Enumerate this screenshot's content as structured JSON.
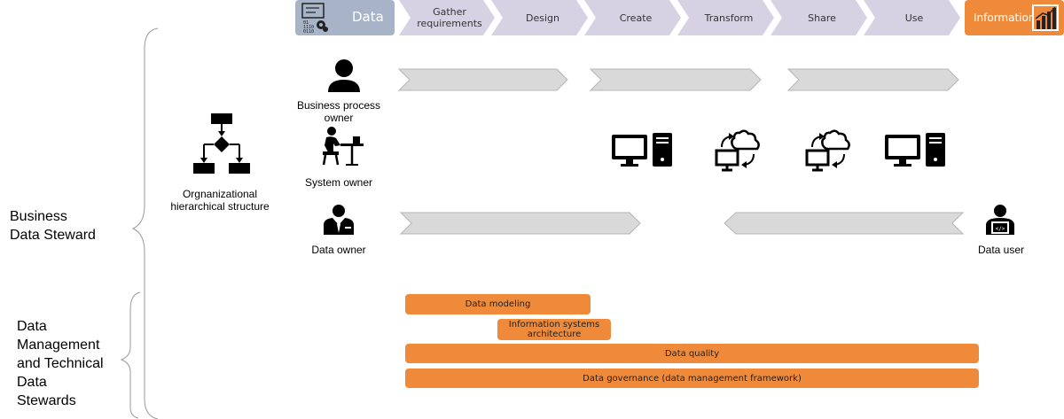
{
  "left": {
    "business_steward": [
      "Business",
      "Data Steward"
    ],
    "technical_steward": [
      "Data",
      "Management",
      "and Technical",
      "Data",
      "Stewards"
    ]
  },
  "org": {
    "label": [
      "Orgnanizational",
      "hierarchical structure"
    ],
    "icon": "flowchart-icon"
  },
  "process": {
    "data_label": "Data",
    "data_icon": "data-gears-icon",
    "steps": [
      [
        "Gather",
        "requirements"
      ],
      [
        "Design"
      ],
      [
        "Create"
      ],
      [
        "Transform"
      ],
      [
        "Share"
      ],
      [
        "Use"
      ]
    ],
    "info_label": "Information",
    "info_icon": "bar-chart-icon"
  },
  "roles": {
    "business_process_owner": {
      "label": [
        "Business process",
        "owner"
      ],
      "icon": "person-icon"
    },
    "system_owner": {
      "label": "System owner",
      "icon": "person-at-desk-icon"
    },
    "data_owner": {
      "label": "Data owner",
      "icon": "business-person-icon"
    },
    "data_user": {
      "label": "Data user",
      "icon": "person-laptop-icon"
    }
  },
  "system_icons": [
    "computer-icon",
    "cloud-sync-icon",
    "cloud-sync-icon",
    "computer-icon"
  ],
  "bars": {
    "data_modeling": "Data modeling",
    "info_systems": [
      "Information systems",
      "architecture"
    ],
    "data_quality": "Data quality",
    "data_governance": "Data governance (data management framework)"
  },
  "colors": {
    "orange": "#ef8a3a",
    "chevron": "#d6d2e3",
    "data_box": "#a7b4c8",
    "arrow_gray": "#d9d9d9"
  }
}
